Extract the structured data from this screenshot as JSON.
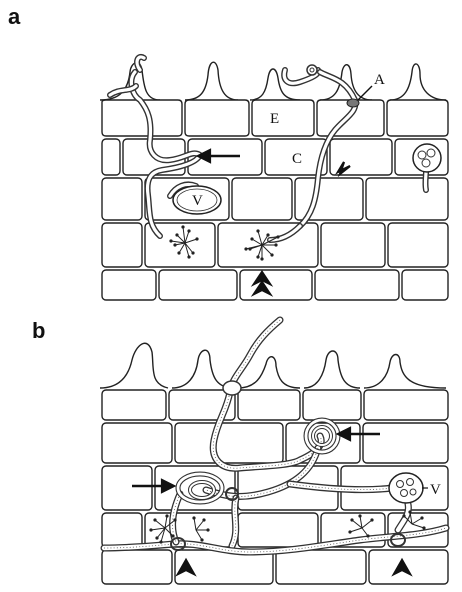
{
  "panels": {
    "a": {
      "letter": "a"
    },
    "b": {
      "letter": "b"
    }
  },
  "labels": {
    "epidermis": "E",
    "cortex": "C",
    "appressorium": "A",
    "vesicle_a": "V",
    "vesicle_b": "V"
  }
}
